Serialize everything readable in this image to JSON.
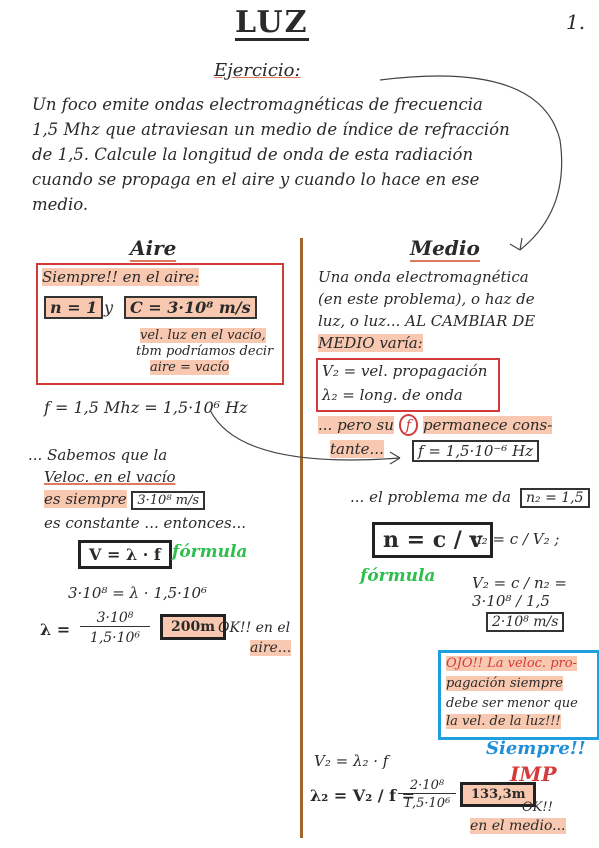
{
  "title": "LUZ",
  "page_number": "1.",
  "exercise_label": "Ejercicio:",
  "statement": [
    "Un foco emite ondas electromagnéticas de frecuencia",
    "1,5 Mhz que atraviesan un medio de índice de refracción",
    "de 1,5. Calcule la longitud de onda de esta radiación",
    "cuando se propaga en el aire y cuando lo hace en ese",
    "medio."
  ],
  "aire": {
    "header": "Aire",
    "siempre_line": "Siempre!! en el aire:",
    "n_eq": "n = 1",
    "y": "y",
    "c_eq": "C = 3·10⁸ m/s",
    "note1": "vel. luz en el vacío,",
    "note2": "tbm podríamos decir",
    "note3": "aire = vacío",
    "freq": "f = 1,5 Mhz = 1,5·10⁶ Hz",
    "sabemos1": "... Sabemos que la",
    "sabemos2": "Veloc. en el vacío",
    "sabemos3a": "es siempre",
    "sabemos3b": "3·10⁸ m/s",
    "sabemos4": "es constante ... entonces...",
    "formula_box": "V = λ · f",
    "formula_label": "fórmula",
    "calc1": "3·10⁸ = λ · 1,5·10⁶",
    "calc2_lhs": "λ =",
    "calc2_num": "3·10⁸",
    "calc2_den": "1,5·10⁶",
    "calc2_res": "200m",
    "ok": "OK!! en el",
    "ok2": "aire..."
  },
  "medio": {
    "header": "Medio",
    "p1": "Una onda electromagnética",
    "p2": "(en este problema), o haz de",
    "p3": "luz, o luz... AL CAMBIAR DE",
    "p4": "MEDIO varía:",
    "v2": "V₂ = vel. propagación",
    "l2": "λ₂ = long. de onda",
    "pero1": "... pero su",
    "pero_f": "f",
    "pero2": "permanece cons-",
    "pero3": "tante...",
    "f_box": "f = 1,5·10⁻⁶ Hz",
    "problema": "... el problema me da",
    "n2_box": "n₂ = 1,5",
    "formula_n": "n = c / v",
    "formula_label": "fórmula",
    "n2_eq": "n₂ = c / V₂ ;",
    "v2_calc": "V₂ = c / n₂ = 3·10⁸ / 1,5",
    "v2_res": "2·10⁸ m/s",
    "ojo1": "OJO!! La veloc. pro-",
    "ojo2": "pagación siempre",
    "ojo3": "debe ser menor que",
    "ojo4": "la vel. de la luz!!!",
    "siempre": "Siempre!!",
    "imp": "IMP",
    "v2_lf": "V₂ = λ₂ · f",
    "l2_calc_lhs": "λ₂ = V₂ / f =",
    "l2_num": "2·10⁸",
    "l2_den": "1,5·10⁶",
    "l2_res": "133,3m",
    "ok1": "OK!!",
    "ok2": "en el medio..."
  },
  "colors": {
    "highlight": "#f8c8b0",
    "red": "#d43a3a",
    "green": "#2fbf4f",
    "blue": "#1f8fd8",
    "divider": "#a0642c"
  }
}
